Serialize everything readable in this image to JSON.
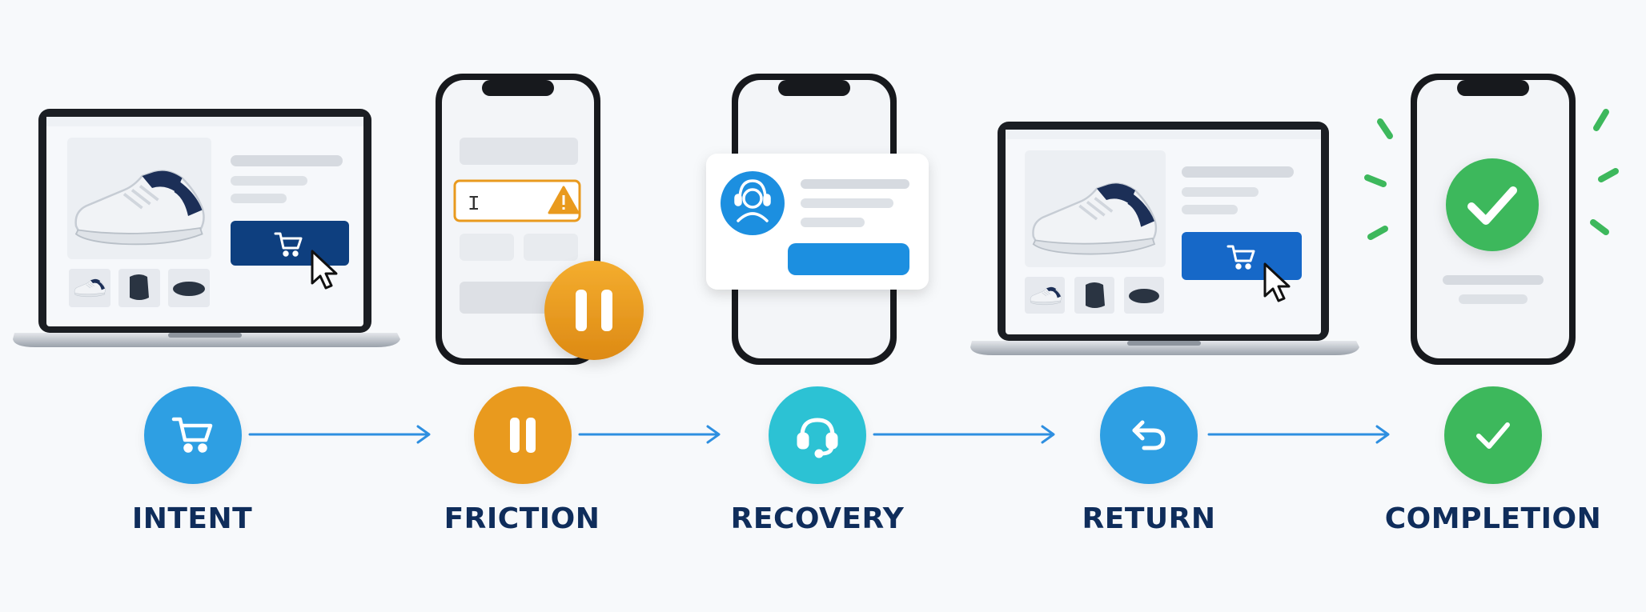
{
  "colors": {
    "navy": "#0f2d5b",
    "blue": "#2e9fe3",
    "orange": "#e99a1e",
    "teal": "#2cc2d4",
    "green": "#3db85c",
    "cart_button": "#0e3f7f",
    "cart_button_return": "#1668c8"
  },
  "steps": [
    {
      "label": "INTENT",
      "icon": "cart-icon",
      "color": "#2e9fe3"
    },
    {
      "label": "FRICTION",
      "icon": "pause-icon",
      "color": "#e99a1e"
    },
    {
      "label": "RECOVERY",
      "icon": "headset-icon",
      "color": "#2cc2d4"
    },
    {
      "label": "RETURN",
      "icon": "return-arrow-icon",
      "color": "#2e9fe3"
    },
    {
      "label": "COMPLETION",
      "icon": "checkmark-icon",
      "color": "#3db85c"
    }
  ],
  "friction_input": {
    "cursor_glyph": "I",
    "warning_glyph": "!"
  }
}
